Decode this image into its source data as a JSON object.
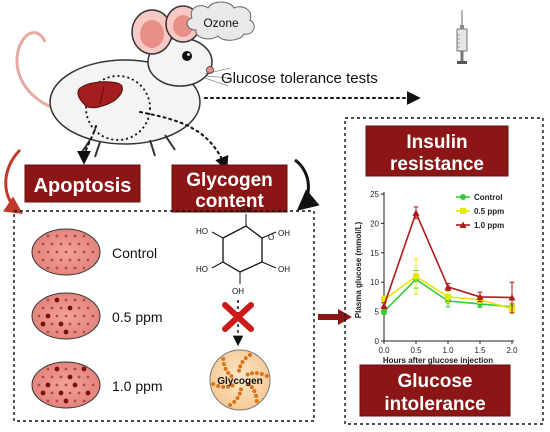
{
  "labels": {
    "ozone": "Ozone",
    "glucose_tolerance_tests": "Glucose tolerance tests",
    "apoptosis": "Apoptosis",
    "glycogen_content_line1": "Glycogen",
    "glycogen_content_line2": "content",
    "insulin_resistance_line1": "Insulin",
    "insulin_resistance_line2": "resistance",
    "glucose_intolerance_line1": "Glucose",
    "glucose_intolerance_line2": "intolerance",
    "group_control": "Control",
    "group_05": "0.5 ppm",
    "group_10": "1.0 ppm",
    "glycogen": "Glycogen",
    "oh": "OH",
    "ho": "HO",
    "ring_o": "O"
  },
  "colors": {
    "maroon": "#8c1515",
    "control": "#33cc33",
    "ppm05": "#e6e600",
    "ppm10": "#b01a1a",
    "tissue": "#e88f88",
    "glycogen_bead": "#d9731c"
  },
  "chart_data": {
    "type": "line",
    "title": "",
    "xlabel": "Hours after glucose injection",
    "ylabel": "Plasma glucose (mmol/L)",
    "x": [
      0.0,
      0.5,
      1.0,
      1.5,
      2.0
    ],
    "xlim": [
      0.0,
      2.0
    ],
    "ylim": [
      0,
      25
    ],
    "xticks": [
      "0.0",
      "0.5",
      "1.0",
      "1.5",
      "2.0"
    ],
    "yticks": [
      "0",
      "5",
      "10",
      "15",
      "20",
      "25"
    ],
    "legend_position": "top-right",
    "series": [
      {
        "name": "Control",
        "marker": "circle",
        "values": [
          5.0,
          10.5,
          6.8,
          6.3,
          5.8
        ],
        "err": [
          0.5,
          1.5,
          1.0,
          0.6,
          0.6
        ]
      },
      {
        "name": "0.5 ppm",
        "marker": "square",
        "values": [
          7.0,
          11.0,
          7.5,
          7.0,
          5.5
        ],
        "err": [
          0.6,
          3.0,
          1.0,
          0.6,
          0.8
        ]
      },
      {
        "name": "1.0 ppm",
        "marker": "triangle",
        "values": [
          6.0,
          21.8,
          9.2,
          7.5,
          7.4
        ],
        "err": [
          0.5,
          1.0,
          0.6,
          0.8,
          2.6
        ]
      }
    ]
  }
}
